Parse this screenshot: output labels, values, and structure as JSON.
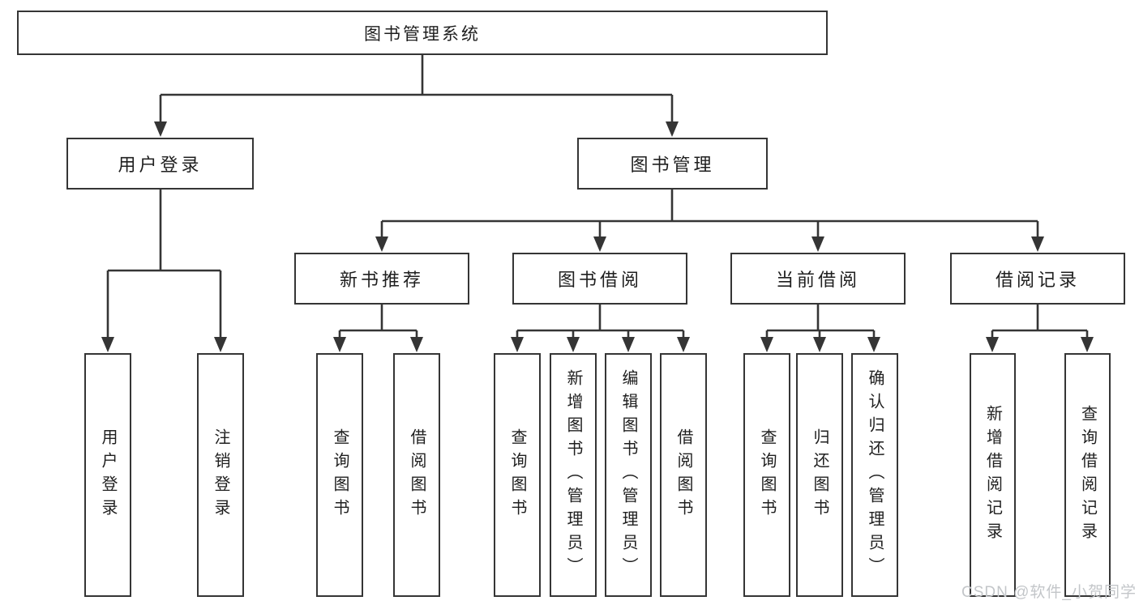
{
  "diagram": {
    "type": "hierarchy",
    "tree": {
      "label": "图书管理系统",
      "children": [
        {
          "label": "用户登录",
          "children": [
            {
              "label": "用户登录"
            },
            {
              "label": "注销登录"
            }
          ]
        },
        {
          "label": "图书管理",
          "children": [
            {
              "label": "新书推荐",
              "children": [
                {
                  "label": "查询图书"
                },
                {
                  "label": "借阅图书"
                }
              ]
            },
            {
              "label": "图书借阅",
              "children": [
                {
                  "label": "查询图书"
                },
                {
                  "label": "新增图书（管理员）"
                },
                {
                  "label": "编辑图书（管理员）"
                },
                {
                  "label": "借阅图书"
                }
              ]
            },
            {
              "label": "当前借阅",
              "children": [
                {
                  "label": "查询图书"
                },
                {
                  "label": "归还图书"
                },
                {
                  "label": "确认归还（管理员）"
                }
              ]
            },
            {
              "label": "借阅记录",
              "children": [
                {
                  "label": "新增借阅记录"
                },
                {
                  "label": "查询借阅记录"
                }
              ]
            }
          ]
        }
      ]
    },
    "colors": {
      "line": "#353535",
      "box_border": "#353535",
      "text": "#1f1f1f",
      "background": "#ffffff",
      "watermark": "#c3c6c9"
    }
  },
  "watermark": {
    "text": "CSDN @软件_小贺同学"
  }
}
